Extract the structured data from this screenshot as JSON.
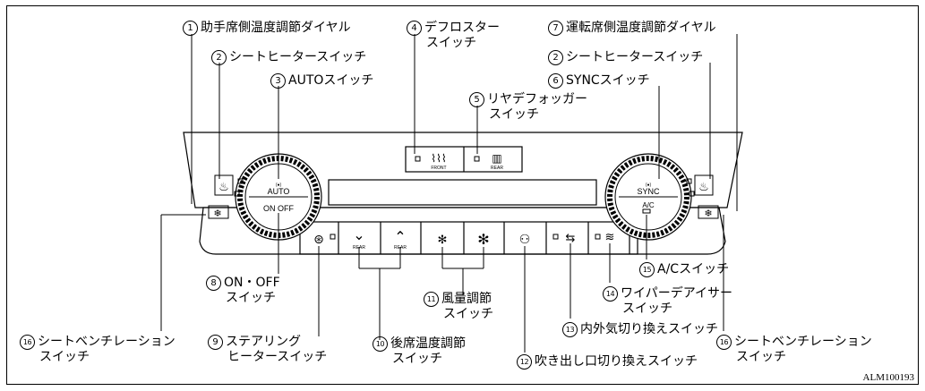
{
  "callouts": [
    {
      "id": "1",
      "text": "助手席側温度調節ダイヤル"
    },
    {
      "id": "2",
      "text": "シートヒータースイッチ"
    },
    {
      "id": "3",
      "text": "AUTOスイッチ"
    },
    {
      "id": "4",
      "text": "デフロスター",
      "text2": "スイッチ"
    },
    {
      "id": "5",
      "text": "リヤデフォッガー",
      "text2": "スイッチ"
    },
    {
      "id": "7",
      "text": "運転席側温度調節ダイヤル"
    },
    {
      "id": "2",
      "text": "シートヒータースイッチ"
    },
    {
      "id": "6",
      "text": "SYNCスイッチ"
    },
    {
      "id": "15",
      "text": "A/Cスイッチ"
    },
    {
      "id": "14",
      "text": "ワイパーデアイサー",
      "text2": "スイッチ"
    },
    {
      "id": "13",
      "text": "内外気切り換えスイッチ"
    },
    {
      "id": "16",
      "text": "シートベンチレーション",
      "text2": "スイッチ"
    },
    {
      "id": "12",
      "text": "吹き出し口切り換えスイッチ"
    },
    {
      "id": "10",
      "text": "後席温度調節",
      "text2": "スイッチ"
    },
    {
      "id": "11",
      "text": "風量調節",
      "text2": "スイッチ"
    },
    {
      "id": "9",
      "text": "ステアリング",
      "text2": "ヒータースイッチ"
    },
    {
      "id": "8",
      "text": "ON・OFF",
      "text2": "スイッチ"
    },
    {
      "id": "16",
      "text": "シートベンチレーション",
      "text2": "スイッチ"
    }
  ],
  "panel": {
    "auto_label": "AUTO",
    "onoff_label": "ON OFF",
    "sync_label": "SYNC",
    "ac_label": "A/C",
    "front_label": "FRONT",
    "rear_label": "REAR",
    "rear_down_label": "REAR",
    "rear_up_label": "REAR"
  },
  "figure_code": "ALM100193"
}
